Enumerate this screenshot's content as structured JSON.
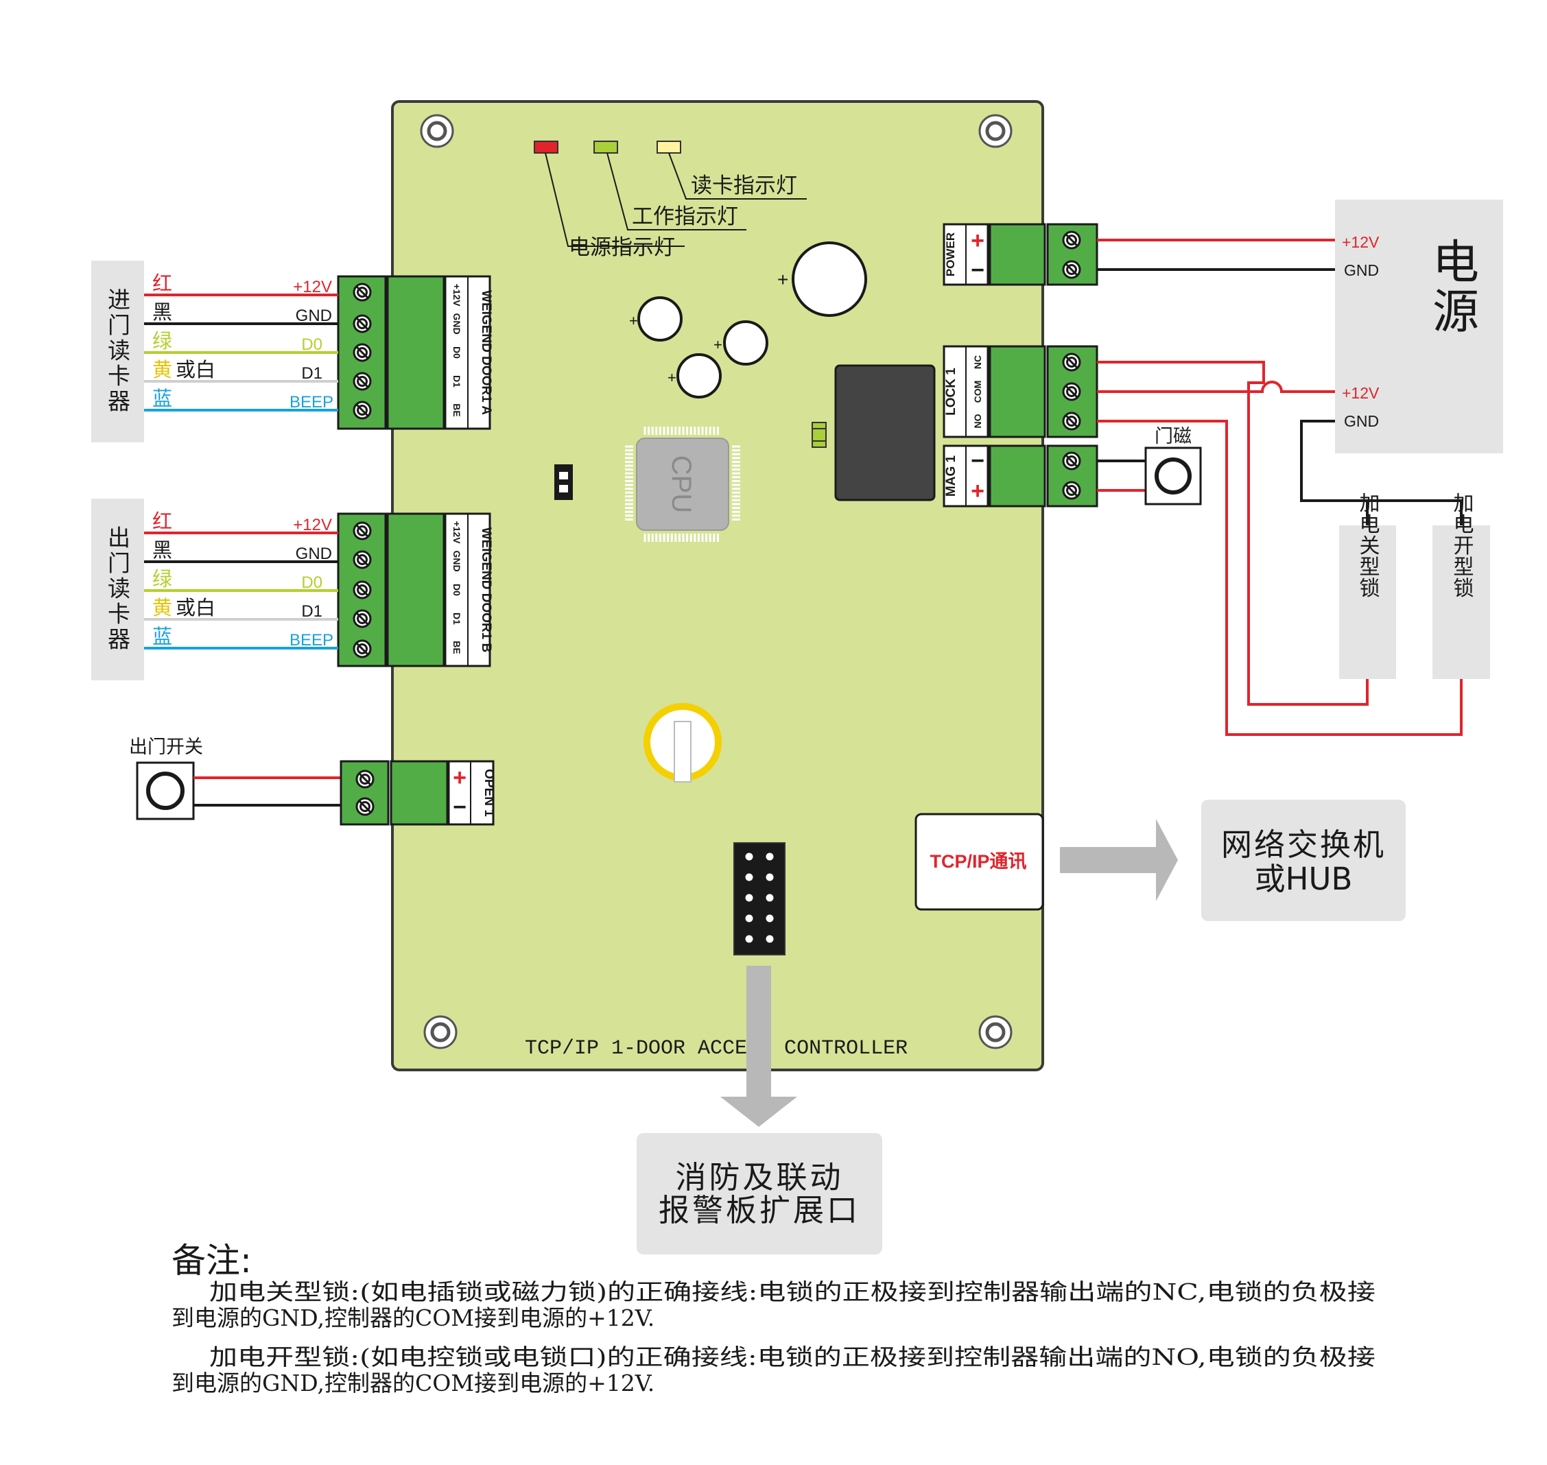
{
  "colors": {
    "board": "#d6e296",
    "terminal_green": "#53ad47",
    "wire_red": "#e1242c",
    "wire_black": "#1a1a1a",
    "wire_green": "#b5cf2d",
    "wire_grey": "#cfcfcf",
    "wire_blue": "#19a2dc",
    "grey_box": "#e4e4e4",
    "arrow_grey": "#b8b8b8"
  },
  "leds": {
    "read": "读卡指示灯",
    "work": "工作指示灯",
    "power": "电源指示灯"
  },
  "reader_in": {
    "title": "进门读卡器",
    "header": "WEIGEND DOOR1 A",
    "wires": [
      {
        "color": "红",
        "color2": "",
        "signal": "+12V"
      },
      {
        "color": "黑",
        "color2": "",
        "signal": "GND"
      },
      {
        "color": "绿",
        "color2": "",
        "signal": "D0"
      },
      {
        "color": "黄",
        "color2": "或白",
        "signal": "D1"
      },
      {
        "color": "蓝",
        "color2": "",
        "signal": "BEEP"
      }
    ],
    "pins": [
      "+12V",
      "GND",
      "D0",
      "D1",
      "BE"
    ]
  },
  "reader_out": {
    "title": "出门读卡器",
    "header": "WEIGEND DOOR1 B",
    "wires": [
      {
        "color": "红",
        "color2": "",
        "signal": "+12V"
      },
      {
        "color": "黑",
        "color2": "",
        "signal": "GND"
      },
      {
        "color": "绿",
        "color2": "",
        "signal": "D0"
      },
      {
        "color": "黄",
        "color2": "或白",
        "signal": "D1"
      },
      {
        "color": "蓝",
        "color2": "",
        "signal": "BEEP"
      }
    ],
    "pins": [
      "+12V",
      "GND",
      "D0",
      "D1",
      "BE"
    ]
  },
  "exit_switch": {
    "label": "出门开关",
    "terminal": "OPEN 1",
    "plus": "+",
    "minus": "−"
  },
  "power_terminal": {
    "label": "POWER",
    "plus": "+",
    "minus": "−"
  },
  "lock_terminal": {
    "label": "LOCK 1",
    "pins": [
      "NC",
      "COM",
      "NO"
    ]
  },
  "mag_terminal": {
    "label": "MAG 1",
    "plus": "+",
    "minus": "−",
    "sensor": "门磁"
  },
  "power_supply": {
    "title": "电源",
    "out1": {
      "v": "+12V",
      "g": "GND"
    },
    "out2": {
      "v": "+12V",
      "g": "GND"
    }
  },
  "lock_types": {
    "fail_safe": "加电关型锁",
    "fail_secure": "加电开型锁"
  },
  "cpu_label": "CPU",
  "tcp": {
    "label": "TCP/IP通讯",
    "target_line1": "网络交换机",
    "target_line2": "或HUB"
  },
  "board_label": "TCP/IP 1-DOOR ACCE   CONTROLLER",
  "expansion": {
    "line1": "消防及联动",
    "line2": "报警板扩展口"
  },
  "notes": {
    "title": "备注:",
    "n1_line1": "加电关型锁:(如电插锁或磁力锁)的正确接线:电锁的正极接到控制器输出端的NC,电锁的负极接",
    "n1_line2": "到电源的GND,控制器的COM接到电源的+12V.",
    "n2_line1": "加电开型锁:(如电控锁或电锁口)的正确接线:电锁的正极接到控制器输出端的NO,电锁的负极接",
    "n2_line2": "到电源的GND,控制器的COM接到电源的+12V."
  }
}
